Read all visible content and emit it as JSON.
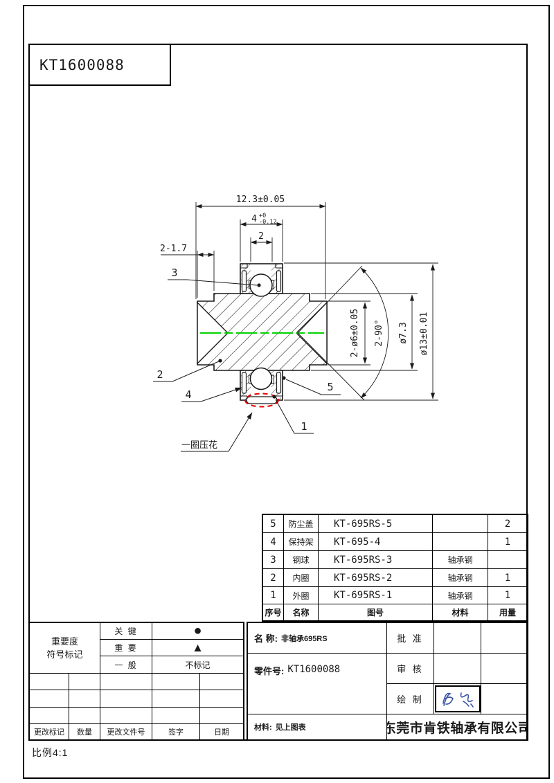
{
  "page": {
    "drawing_number": "KT1600088",
    "scale_label": "比例4:1"
  },
  "drawing": {
    "dim_overall_width": "12.3±0.05",
    "dim_ring_width": "4",
    "dim_ring_width_tol_up": "+0",
    "dim_ring_width_tol_dn": "-0.12",
    "dim_center_width": "2",
    "dim_step": "2-1.7",
    "dim_bore": "2-ø6±0.05",
    "dim_cone_angle": "2-90°",
    "dim_mid_dia": "ø7.3",
    "dim_outer_dia": "ø13±0.01",
    "note_knurl": "一圈压花",
    "callouts": {
      "c1": "1",
      "c2": "2",
      "c3": "3",
      "c4": "4",
      "c5": "5"
    },
    "centerline_color": "#00d400",
    "highlight_color": "#e60000"
  },
  "bom": {
    "headers": [
      "序号",
      "名称",
      "图号",
      "材料",
      "用量"
    ],
    "rows": [
      {
        "no": "5",
        "name": "防尘盖",
        "code": "KT-695RS-5",
        "material": "",
        "qty": "2"
      },
      {
        "no": "4",
        "name": "保持架",
        "code": "KT-695-4",
        "material": "",
        "qty": "1"
      },
      {
        "no": "3",
        "name": "钢球",
        "code": "KT-695RS-3",
        "material": "轴承钢",
        "qty": ""
      },
      {
        "no": "2",
        "name": "内圈",
        "code": "KT-695RS-2",
        "material": "轴承钢",
        "qty": "1"
      },
      {
        "no": "1",
        "name": "外圈",
        "code": "KT-695RS-1",
        "material": "轴承钢",
        "qty": "1"
      }
    ]
  },
  "importance": {
    "title_line1": "重要度",
    "title_line2": "符号标记",
    "rows": [
      {
        "label": "关 键",
        "symbol": "●"
      },
      {
        "label": "重 要",
        "symbol": "▲"
      },
      {
        "label": "一 般",
        "symbol": "不标记"
      }
    ],
    "revision_headers": [
      "更改标记",
      "数量",
      "更改文件号",
      "签字",
      "日期"
    ]
  },
  "titleblock": {
    "name_label": "名 称:",
    "name_value": "非轴承695RS",
    "part_label": "零件号:",
    "part_value": "KT1600088",
    "material_label": "材料:",
    "material_value": "见上图表",
    "approve": "批 准",
    "review": "审 核",
    "draw": "绘 制",
    "company": "东莞市肯铁轴承有限公司",
    "signature_color": "#3a55a4"
  }
}
